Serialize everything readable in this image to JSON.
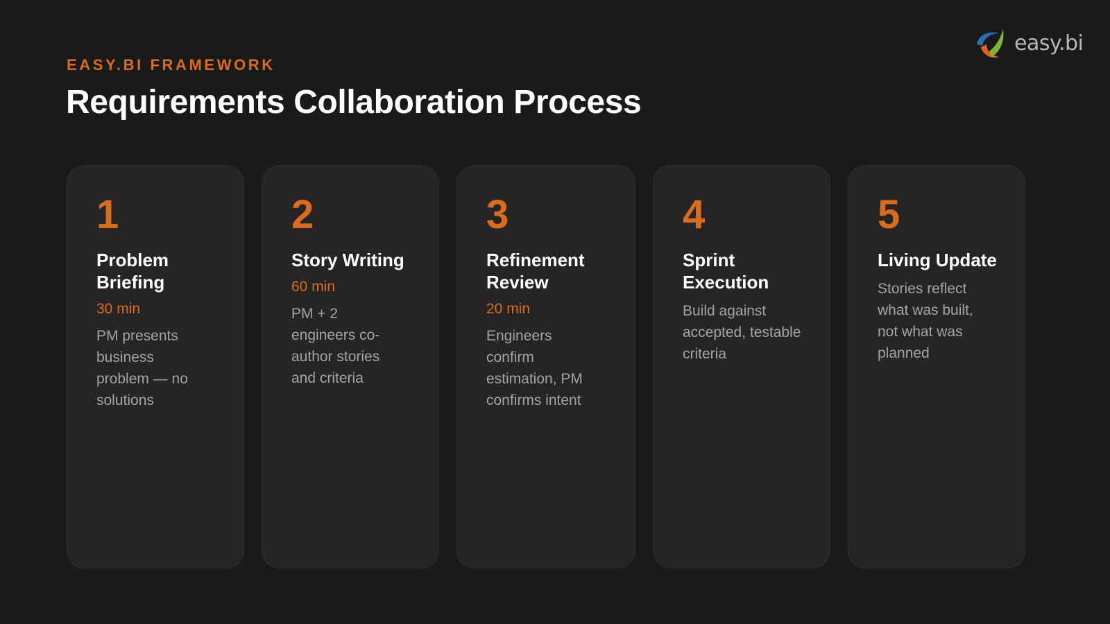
{
  "brand": {
    "name": "easy.bi",
    "logo_icon": "easybi-swirl-logo",
    "colors": {
      "green": "#7fb63a",
      "blue": "#2b6fb0",
      "orange": "#e0651f"
    }
  },
  "header": {
    "eyebrow": "EASY.BI FRAMEWORK",
    "title": "Requirements Collaboration Process"
  },
  "theme": {
    "accent": "#d96d1f",
    "background": "#1b1a1a",
    "card_background": "#262424"
  },
  "steps": [
    {
      "number": "1",
      "title": "Problem Briefing",
      "duration": "30 min",
      "description": "PM presents business problem — no solutions"
    },
    {
      "number": "2",
      "title": "Story Writing",
      "duration": "60 min",
      "description": "PM + 2 engineers co-author stories and criteria"
    },
    {
      "number": "3",
      "title": "Refinement Review",
      "duration": "20 min",
      "description": "Engineers confirm estimation, PM confirms intent"
    },
    {
      "number": "4",
      "title": "Sprint Execution",
      "description": "Build against accepted, testable criteria"
    },
    {
      "number": "5",
      "title": "Living Update",
      "description": "Stories reflect what was built, not what was planned"
    }
  ]
}
